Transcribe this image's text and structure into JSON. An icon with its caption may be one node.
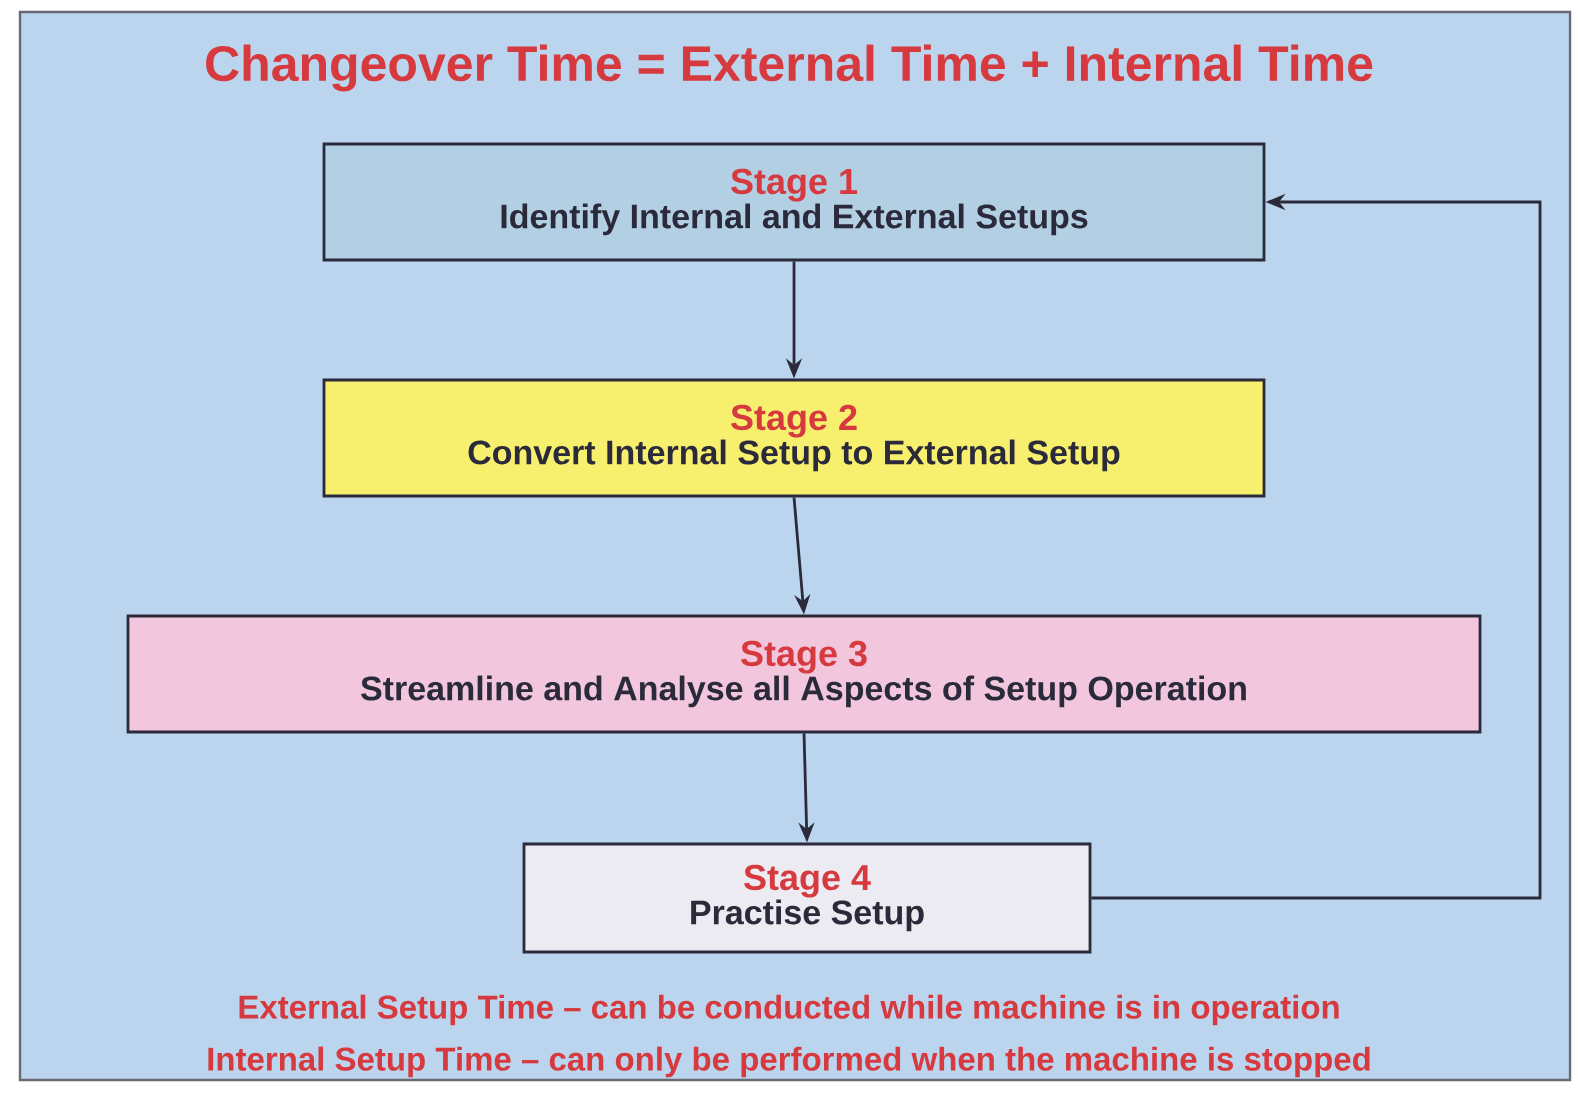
{
  "diagram": {
    "title": "Changeover Time = External Time + Internal Time",
    "nodes": [
      {
        "text": [
          "Stage 1",
          "Identify Internal and External Setups"
        ]
      },
      {
        "text": [
          "Stage 2",
          "Convert Internal Setup to External Setup"
        ]
      },
      {
        "text": [
          "Stage 3",
          "Streamline and Analyse all Aspects of Setup Operation"
        ]
      },
      {
        "text": [
          "Stage 4",
          "Practise Setup"
        ]
      }
    ],
    "edges": [
      {
        "from": 0,
        "to": 1,
        "arrow": "to"
      },
      {
        "from": 1,
        "to": 2,
        "arrow": "to"
      },
      {
        "from": 2,
        "to": 3,
        "arrow": "to"
      },
      {
        "from": 3,
        "to": 0,
        "arrow": "to"
      }
    ],
    "labels": [
      "External Setup Time – can be conducted while machine is in operation",
      "Internal Setup Time – can only be performed when the machine is stopped"
    ]
  }
}
